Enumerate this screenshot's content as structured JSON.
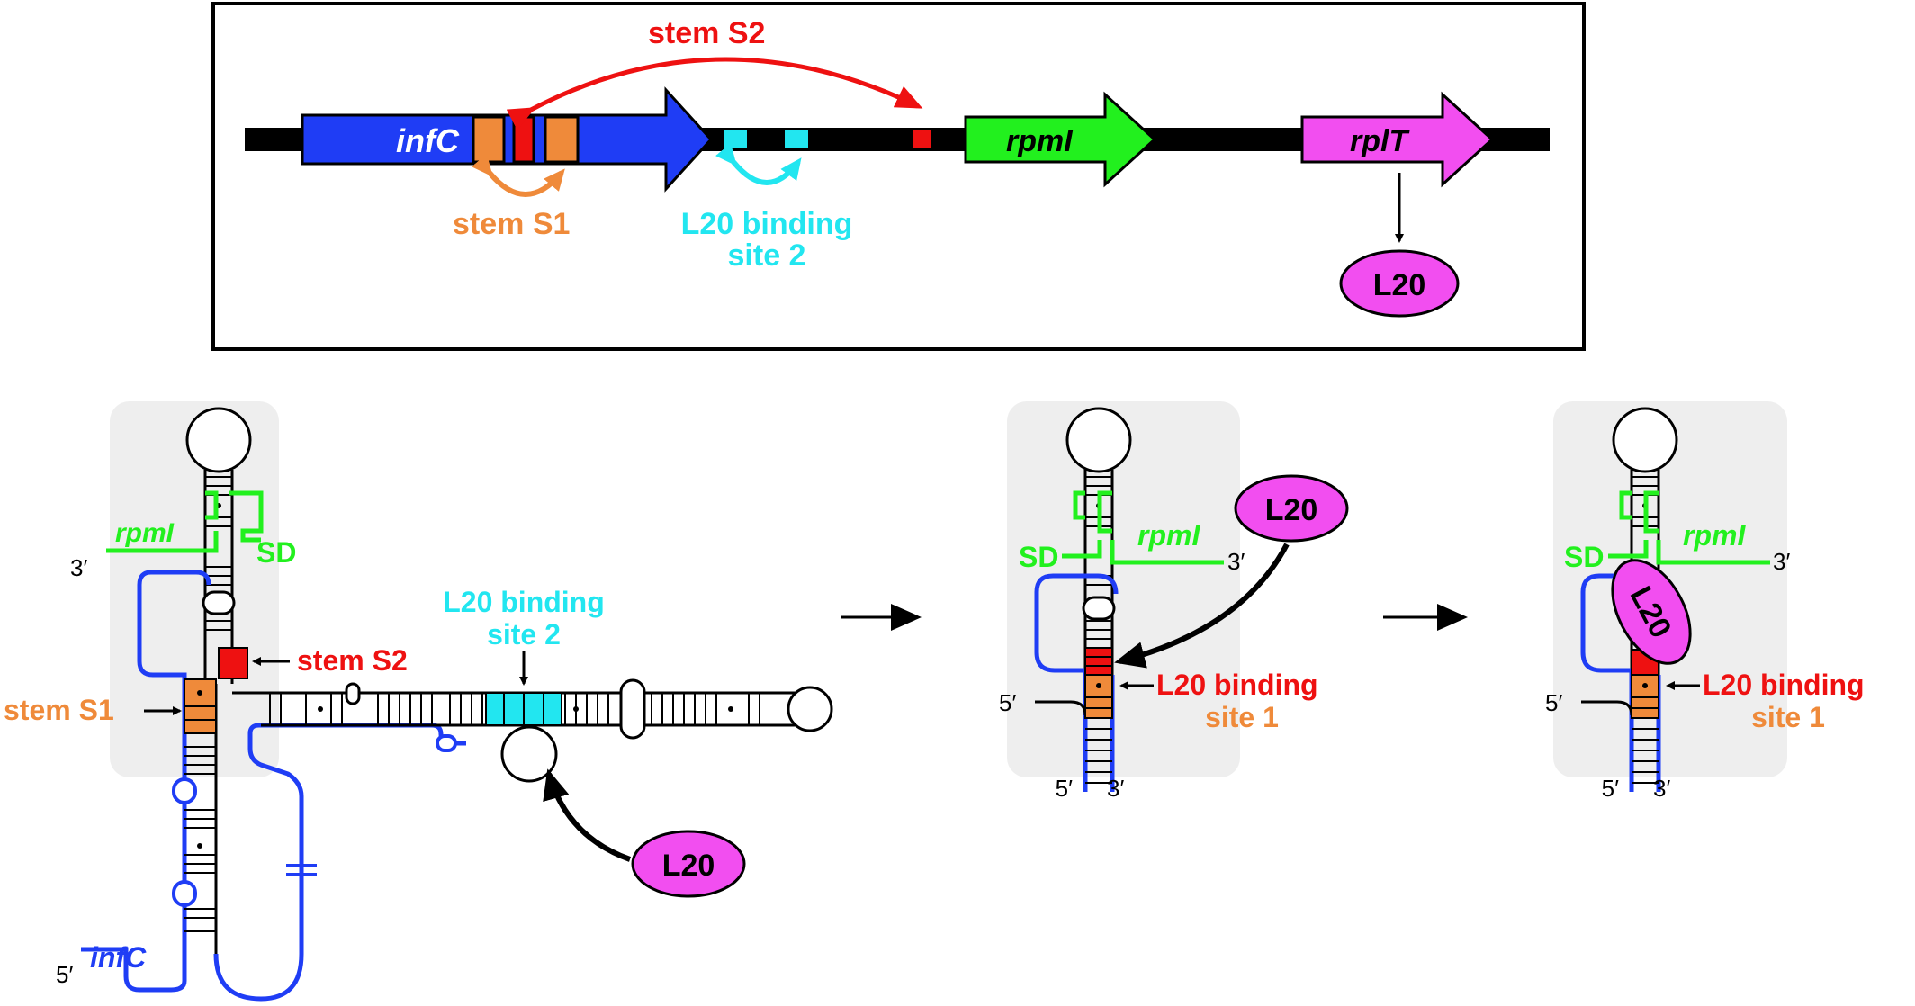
{
  "operon": {
    "genes": [
      {
        "name": "infC",
        "color": "#1f3df5"
      },
      {
        "name": "rpmI",
        "color": "#22f01e"
      },
      {
        "name": "rplT",
        "color": "#f24ef0"
      }
    ],
    "stem_s2_label": "stem S2",
    "stem_s1_label": "stem S1",
    "l20_site2_line1": "L20 binding",
    "l20_site2_line2": "site 2",
    "protein_label": "L20"
  },
  "panel1": {
    "rpmI_label": "rpmI",
    "sd_label": "SD",
    "three_prime": "3′",
    "five_prime": "5′",
    "stem_s2_label": "stem S2",
    "stem_s1_label": "stem S1",
    "l20_site2_line1": "L20 binding",
    "l20_site2_line2": "site 2",
    "infC_label": "infC",
    "protein_label": "L20"
  },
  "panel2": {
    "sd_label": "SD",
    "rpmI_label": "rpmI",
    "three_prime_top": "3′",
    "five_prime_side": "5′",
    "five_prime_bottom": "5′",
    "three_prime_bottom": "3′",
    "l20_site1_line1": "L20 binding",
    "l20_site1_line2": "site 1",
    "protein_label": "L20"
  },
  "panel3": {
    "sd_label": "SD",
    "rpmI_label": "rpmI",
    "three_prime_top": "3′",
    "five_prime_side": "5′",
    "five_prime_bottom": "5′",
    "three_prime_bottom": "3′",
    "l20_site1_line1": "L20 binding",
    "l20_site1_line2": "site 1",
    "protein_label": "L20"
  },
  "colors": {
    "infC": "#1f3df5",
    "rpmI": "#22f01e",
    "rplT": "#f24ef0",
    "stemS1": "#ef8a3a",
    "stemS2": "#ee1111",
    "site2": "#22e6f0",
    "panel_bg": "#eeeeee"
  }
}
